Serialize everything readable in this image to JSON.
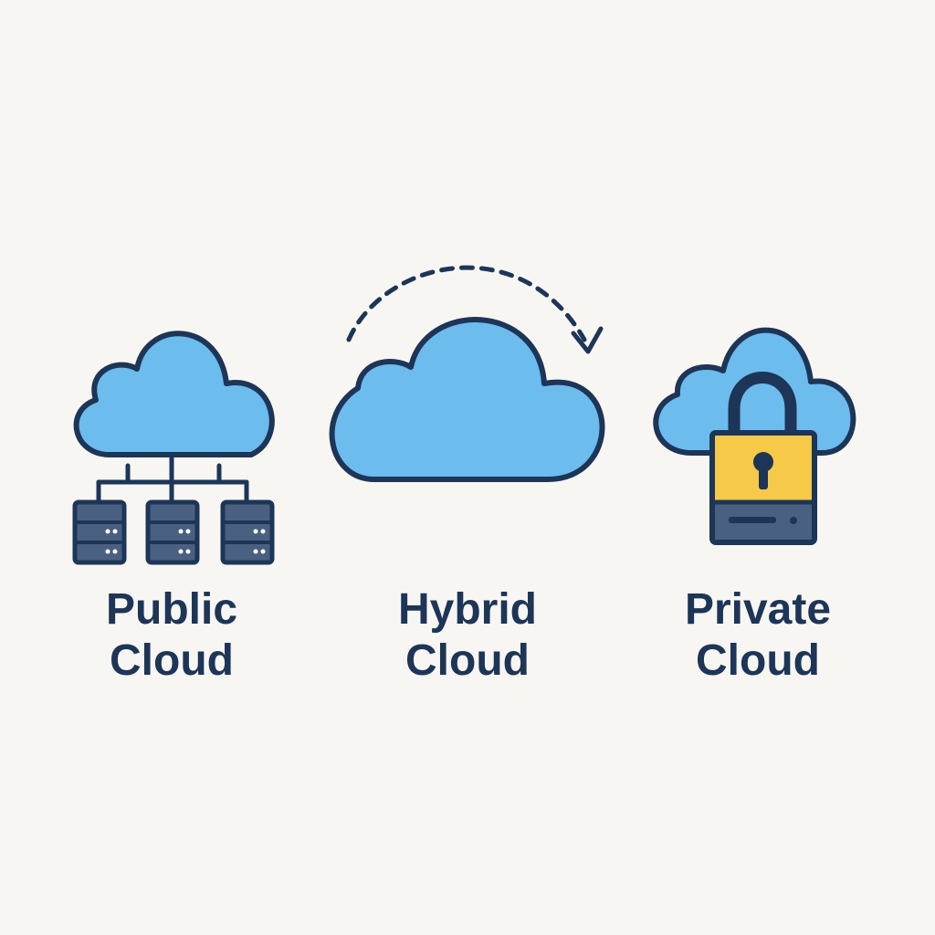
{
  "colors": {
    "background": "#f8f6f3",
    "outline": "#1d3557",
    "cloud_fill": "#6cbcee",
    "server_fill": "#4a6080",
    "lock_fill": "#f7c948",
    "lock_base": "#4a6080"
  },
  "icons": {
    "public": [
      "cloud-icon",
      "server-icon",
      "server-icon",
      "server-icon"
    ],
    "hybrid": [
      "cloud-icon",
      "dashed-arrow-icon"
    ],
    "private": [
      "cloud-icon",
      "padlock-icon"
    ]
  },
  "items": [
    {
      "line1": "Public",
      "line2": "Cloud"
    },
    {
      "line1": "Hybrid",
      "line2": "Cloud"
    },
    {
      "line1": "Private",
      "line2": "Cloud"
    }
  ]
}
